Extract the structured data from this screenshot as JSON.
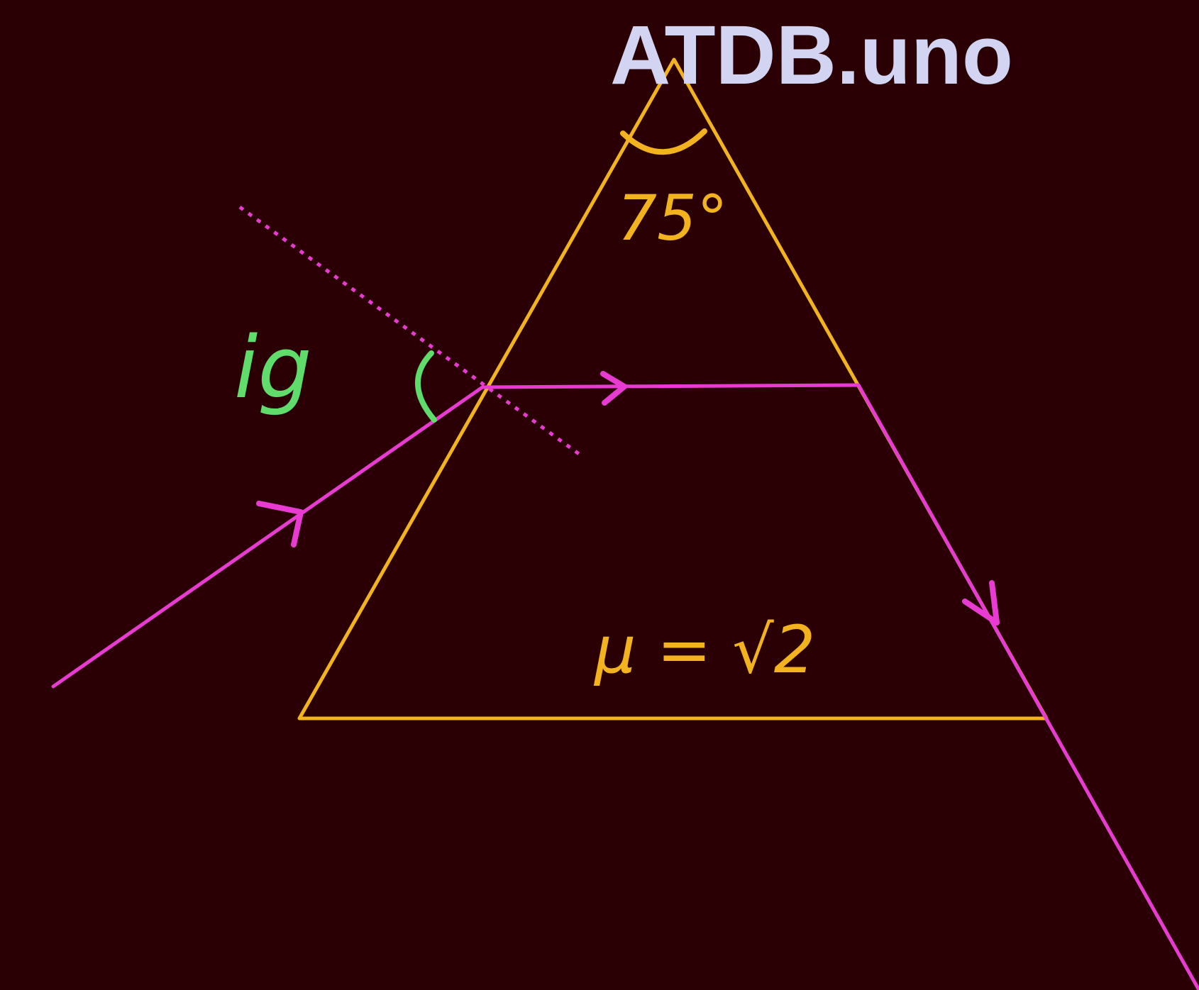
{
  "watermark": "ATDB.uno",
  "labels": {
    "apex_angle": "75°",
    "refractive_index": "μ = √2",
    "incidence_angle": "ig"
  },
  "colors": {
    "background": "#2a0005",
    "prism": "#f2b31e",
    "ray": "#e83bd2",
    "angle_mark": "#5fdc6a",
    "watermark": "#d2d4f2"
  }
}
